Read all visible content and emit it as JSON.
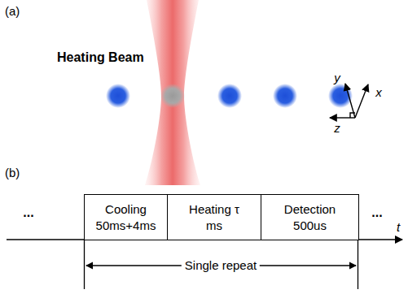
{
  "diagram": {
    "nodes": [
      {
        "text": [
          "Cooling 50ms+4ms"
        ]
      },
      {
        "text": [
          "Heating τ ms"
        ]
      },
      {
        "text": [
          "Detection 500us"
        ]
      }
    ],
    "labels": [
      "(a)",
      "Heating Beam",
      "y",
      "x",
      "z",
      "(b)",
      "...",
      "...",
      "t",
      "Single repeat"
    ]
  }
}
